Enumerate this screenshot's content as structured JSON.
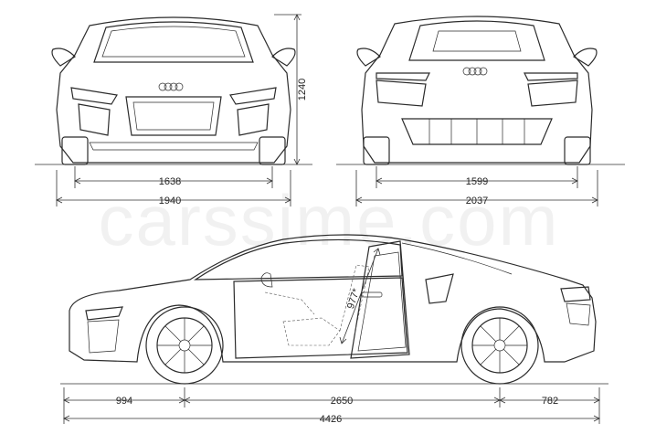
{
  "watermark": "carssime.com",
  "dimensions": {
    "front_height": "1240",
    "front_track": "1638",
    "front_width": "1940",
    "rear_track": "1599",
    "rear_width": "2037",
    "door_opening": "977*",
    "front_overhang": "994",
    "wheelbase": "2650",
    "rear_overhang": "782",
    "overall_length": "4426"
  },
  "colors": {
    "line": "#2b2b2b",
    "background": "#ffffff"
  }
}
